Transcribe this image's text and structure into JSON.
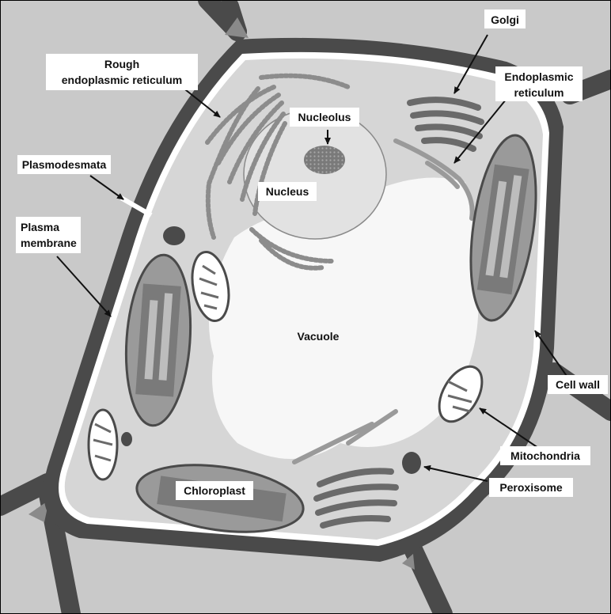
{
  "diagram": {
    "labels": {
      "rough_er_line1": "Rough",
      "rough_er_line2": "endoplasmic reticulum",
      "golgi": "Golgi",
      "er_line1": "Endoplasmic",
      "er_line2": "reticulum",
      "nucleolus": "Nucleolus",
      "nucleus": "Nucleus",
      "plasmodesmata": "Plasmodesmata",
      "plasma_membrane_line1": "Plasma",
      "plasma_membrane_line2": "membrane",
      "vacuole": "Vacuole",
      "cell_wall": "Cell wall",
      "mitochondria": "Mitochondria",
      "chloroplast": "Chloroplast",
      "peroxisome": "Peroxisome"
    },
    "colors": {
      "background": "#c9c9c9",
      "cell_wall": "#4a4a4a",
      "membrane_highlight": "#ffffff",
      "cytoplasm": "#d6d6d6",
      "vacuole": "#f7f7f7",
      "organelle_dark": "#6a6a6a",
      "organelle_mid": "#9a9a9a",
      "label_box": "#ffffff"
    }
  }
}
